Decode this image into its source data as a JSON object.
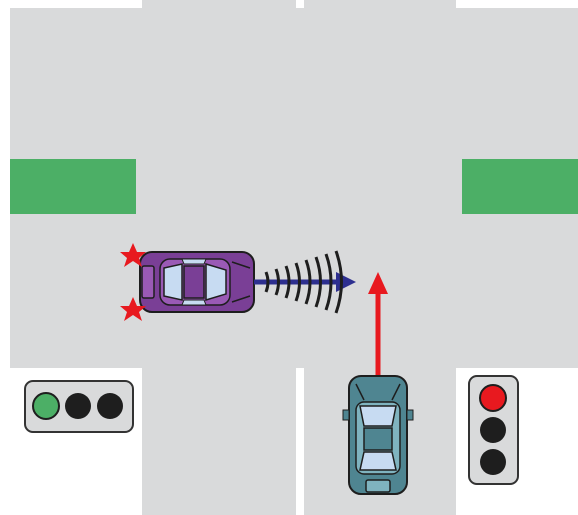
{
  "scene": {
    "colors": {
      "background": "#ffffff",
      "road": "#d9dadb",
      "lane_divider": "#ffffff",
      "median": "#4caf66",
      "light_housing": "#d9dadb",
      "light_housing_border": "#333333",
      "light_off": "#1e1e1e",
      "light_green": "#4caf66",
      "light_red": "#e8191f",
      "car_left_body": "#7a3f96",
      "car_left_body_light": "#9a5ab5",
      "car_bottom_body": "#4f8591",
      "car_bottom_body_light": "#7fb3bf",
      "window": "#c7dbf2",
      "arrow_blue": "#2d2f8f",
      "arrow_red": "#e8191f",
      "hazard_star": "#e8191f"
    },
    "left_traffic_light": {
      "state": "green"
    },
    "right_traffic_light": {
      "state": "red"
    },
    "vehicles": [
      {
        "role": "crossing-vehicle",
        "heading": "east",
        "hazard_lights": "on"
      },
      {
        "role": "ego-vehicle",
        "heading": "north"
      }
    ]
  }
}
